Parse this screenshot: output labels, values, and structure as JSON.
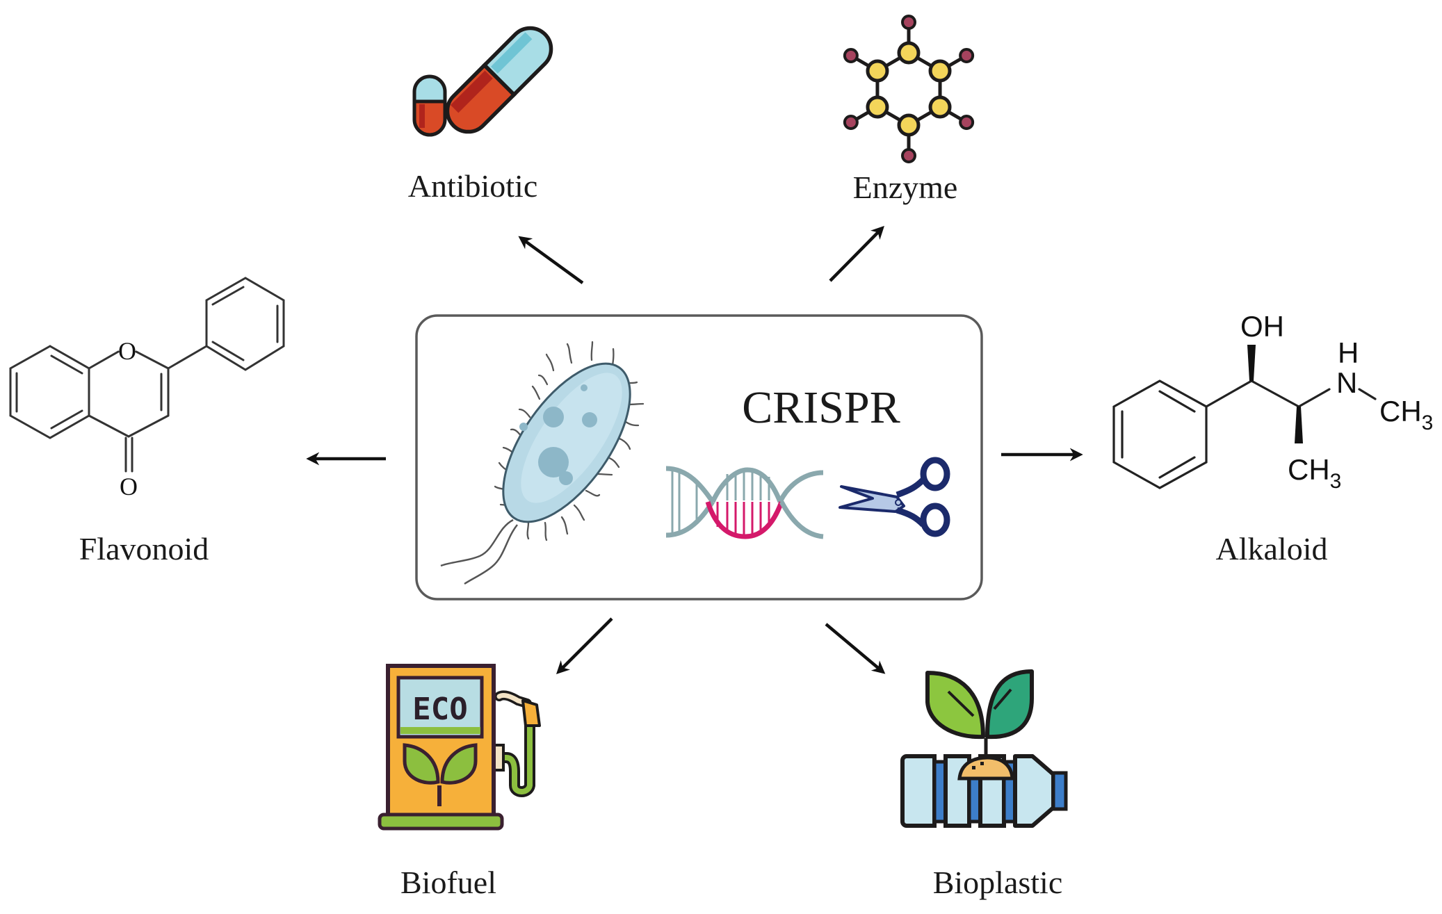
{
  "diagram": {
    "center": {
      "title": "CRISPR",
      "icons": [
        "bacterium-icon",
        "dna-helix-icon",
        "scissors-icon"
      ]
    },
    "products": [
      {
        "id": "antibiotic",
        "label": "Antibiotic",
        "icon": "capsule-pills-icon",
        "direction": "up-left"
      },
      {
        "id": "enzyme",
        "label": "Enzyme",
        "icon": "molecule-hexagon-icon",
        "direction": "up-right"
      },
      {
        "id": "flavonoid",
        "label": "Flavonoid",
        "icon": "flavone-structure",
        "direction": "left"
      },
      {
        "id": "alkaloid",
        "label": "Alkaloid",
        "icon": "ephedrine-structure",
        "direction": "right"
      },
      {
        "id": "biofuel",
        "label": "Biofuel",
        "icon": "eco-fuel-pump-icon",
        "direction": "down-left"
      },
      {
        "id": "bioplastic",
        "label": "Bioplastic",
        "icon": "plant-bottle-icon",
        "direction": "down-right"
      }
    ],
    "chem_labels": {
      "flavonoid_ring_oxygen": "O",
      "flavonoid_carbonyl_oxygen": "O",
      "alkaloid_hydroxyl": "OH",
      "alkaloid_amine_h": "H",
      "alkaloid_amine_n": "N",
      "alkaloid_methyl_c": "CH",
      "alkaloid_methyl_sub": "3"
    },
    "pump_display": "ECO",
    "colors": {
      "box_border": "#555555",
      "capsule_cyan": "#a8dde6",
      "capsule_red": "#d94a26",
      "capsule_dark_red": "#b0241c",
      "enzyme_inner": "#f3d55a",
      "enzyme_outer": "#a6435e",
      "bacterium_fill": "#b8d9e6",
      "bacterium_spots": "#8db7c8",
      "dna_gray": "#8aa8ad",
      "dna_pink": "#d4196a",
      "scissors_blue": "#1b2a6b",
      "pump_orange": "#f6b03a",
      "pump_screen": "#b8dde3",
      "leaf_green": "#8cbf3f",
      "leaf_teal": "#2ea57a",
      "bottle_light": "#c8e6ef",
      "bottle_blue": "#3d7ec9",
      "soil": "#f2be6a"
    }
  }
}
